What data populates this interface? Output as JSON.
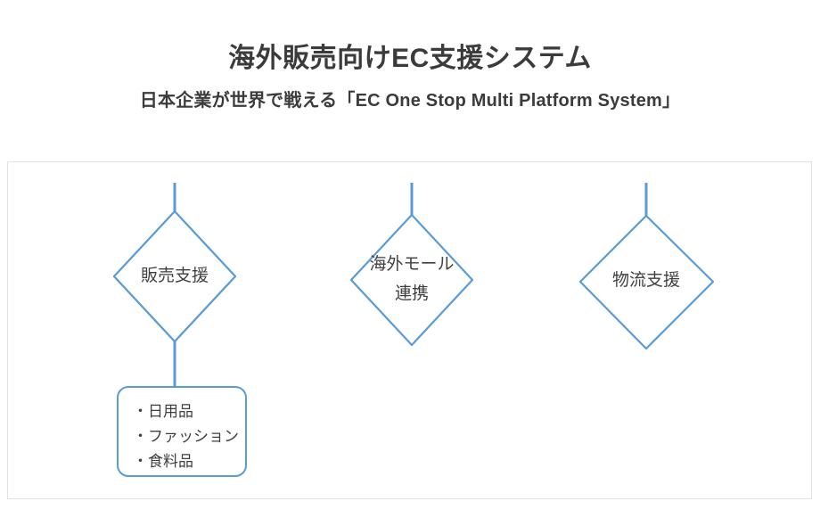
{
  "header": {
    "title": "海外販売向けEC支援システム",
    "subtitle": "日本企業が世界で戦える「EC One Stop Multi Platform System」"
  },
  "colors": {
    "accent_blue": "#5b9bd5",
    "text_dark": "#3b3b3b",
    "node_text": "#3f3f3f",
    "frame_border": "#e2e2e6",
    "background": "#ffffff"
  },
  "diagram": {
    "nodes": [
      {
        "id": "sales-support",
        "shape": "diamond",
        "lines": [
          "販売支援"
        ],
        "line1": "販売支援",
        "line2": ""
      },
      {
        "id": "overseas-mall",
        "shape": "diamond",
        "lines": [
          "海外モール",
          "連携"
        ],
        "line1": "海外モール",
        "line2": "連携"
      },
      {
        "id": "logistics-support",
        "shape": "diamond",
        "lines": [
          "物流支援"
        ],
        "line1": "物流支援",
        "line2": ""
      }
    ],
    "list_box": {
      "id": "product-categories",
      "items": [
        "・日用品",
        "・ファッション",
        "・食料品"
      ]
    }
  }
}
